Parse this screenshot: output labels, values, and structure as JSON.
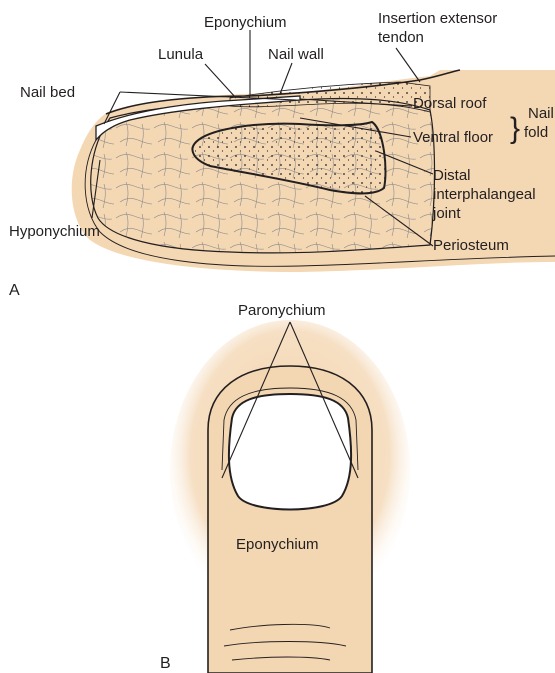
{
  "panel_a": {
    "letter": "A",
    "labels": {
      "eponychium": "Eponychium",
      "insertion_line1": "Insertion extensor",
      "insertion_line2": "tendon",
      "lunula": "Lunula",
      "nail_wall": "Nail wall",
      "nail_bed": "Nail bed",
      "dorsal_roof": "Dorsal roof",
      "ventral_floor": "Ventral floor",
      "nail_fold_line1": "Nail",
      "nail_fold_line2": "fold",
      "distal_line1": "Distal",
      "distal_line2": "interphalangeal",
      "distal_line3": "joint",
      "hyponychium": "Hyponychium",
      "periosteum": "Periosteum"
    },
    "colors": {
      "skin": "#f4d7b3",
      "bone": "#ffffff",
      "ink": "#231f20"
    }
  },
  "panel_b": {
    "letter": "B",
    "labels": {
      "paronychium": "Paronychium",
      "eponychium": "Eponychium"
    },
    "colors": {
      "skin": "#f3d6b2",
      "glow": "#f7e4cc",
      "nail": "#ffffff",
      "ink": "#231f20"
    }
  }
}
